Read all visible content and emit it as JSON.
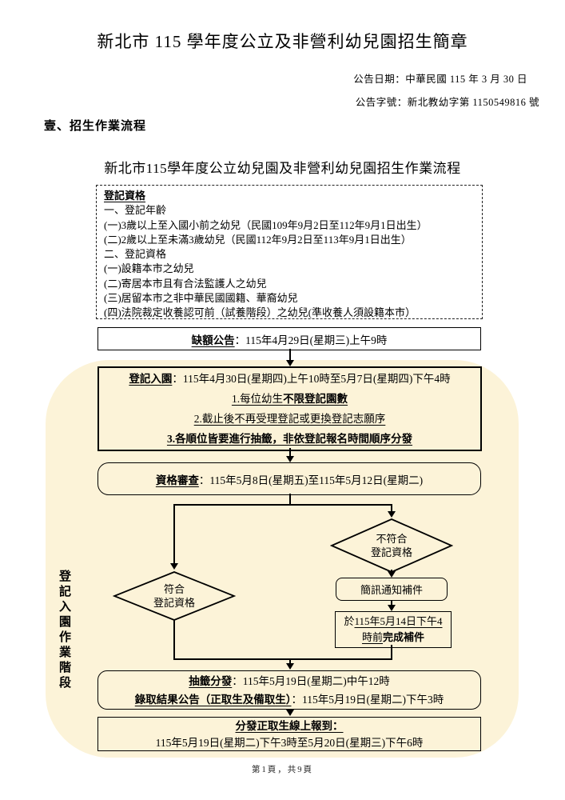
{
  "page": {
    "title": "新北市 115 學年度公立及非營利幼兒園招生簡章",
    "announce_date": "公告日期：中華民國 115 年 3 月 30 日",
    "announce_number": "公告字號：新北教幼字第 1150549816 號",
    "section_heading": "壹、招生作業流程",
    "footer": "第1頁，共9頁"
  },
  "colors": {
    "highlight_background": "#FCF3D8",
    "line": "#000000"
  },
  "flowchart": {
    "title": "新北市115學年度公立幼兒園及非營利幼兒園招生作業流程",
    "stage_label": "登記入園作業階段",
    "eligibility": {
      "heading": "登記資格",
      "lines": [
        "一、登記年齡",
        "(一)3歲以上至入國小前之幼兒（民國109年9月2日至112年9月1日出生）",
        "(二)2歲以上至未滿3歲幼兒（民國112年9月2日至113年9月1日出生）",
        "二、登記資格",
        "(一)設籍本市之幼兒",
        "(二)寄居本市且有合法監護人之幼兒",
        "(三)居留本市之非中華民國國籍、華裔幼兒",
        "(四)法院裁定收養認可前（試養階段）之幼兒(準收養人須設籍本市）"
      ]
    },
    "vacancy": {
      "label": "缺額公告",
      "text": "：115年4月29日(星期三)上午9時"
    },
    "registration": {
      "label": "登記入園",
      "text": "：115年4月30日(星期四)上午10時至5月7日(星期四)下午4時",
      "note1_prefix": "1.每位幼生",
      "note1_bold": "不限登記園數",
      "note2": "2.截止後不再受理登記或更換登記志願序",
      "note3": "3.各順位皆要進行抽籤，非依登記報名時間順序分發"
    },
    "review": {
      "label": "資格審查",
      "text": "：115年5月8日(星期五)至115年5月12日(星期二)"
    },
    "decision_fail": {
      "line1": "不符合",
      "line2": "登記資格"
    },
    "decision_pass": {
      "line1": "符合",
      "line2": "登記資格"
    },
    "sms": {
      "text": "簡訊通知補件"
    },
    "supplement": {
      "prefix": "於",
      "underlined": "115年5月14日下午4時前",
      "bold": "完成補件"
    },
    "lottery": {
      "line1_label": "抽籤分發",
      "line1_text": "：115年5月19日(星期二)中午12時",
      "line2_label": "錄取結果公告（正取生及備取生）",
      "line2_text": "：115年5月19日(星期二)下午3時"
    },
    "report": {
      "label": "分發正取生線上報到：",
      "text": "115年5月19日(星期二)下午3時至5月20日(星期三)下午6時"
    }
  }
}
